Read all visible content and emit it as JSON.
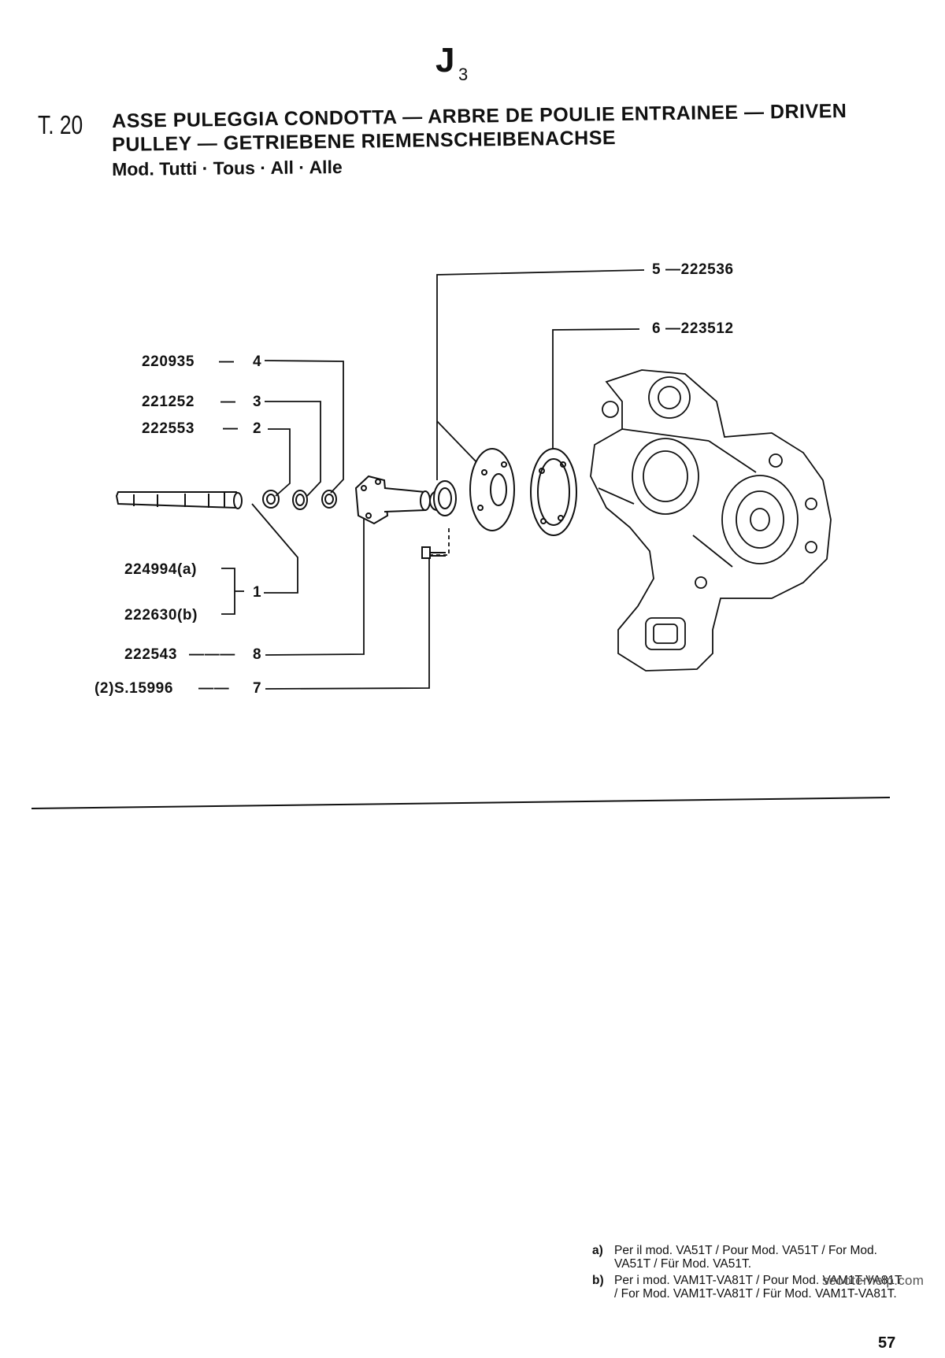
{
  "header": {
    "section_letter": "J",
    "section_sub": "3",
    "table_number": "T. 20",
    "title_line1": "ASSE PULEGGIA CONDOTTA — ARBRE DE POULIE ENTRAINEE — DRIVEN",
    "title_line2": "PULLEY — GETRIEBENE RIEMENSCHEIBENACHSE",
    "models": "Mod. Tutti · Tous · All · Alle"
  },
  "parts": {
    "p5": "5 —222536",
    "p6": "6 —223512",
    "p4_code": "220935",
    "p4_num": "4",
    "p3_code": "221252",
    "p3_num": "3",
    "p2_code": "222553",
    "p2_num": "2",
    "p1a_code": "224994(a)",
    "p1b_code": "222630(b)",
    "p1_num": "1",
    "p8_code": "222543",
    "p8_num": "8",
    "p7_code": "(2)S.15996",
    "p7_num": "7"
  },
  "notes": [
    {
      "key": "a)",
      "text": "Per il mod. VA51T / Pour Mod. VA51T / For Mod. VA51T / Für Mod. VA51T."
    },
    {
      "key": "b)",
      "text": "Per i mod. VAM1T-VA81T / Pour Mod. VAM1T-VA81T / For Mod. VAM1T-VA81T / Für Mod. VAM1T-VA81T."
    }
  ],
  "watermark": "scooterhelp.com",
  "page_number": "57"
}
